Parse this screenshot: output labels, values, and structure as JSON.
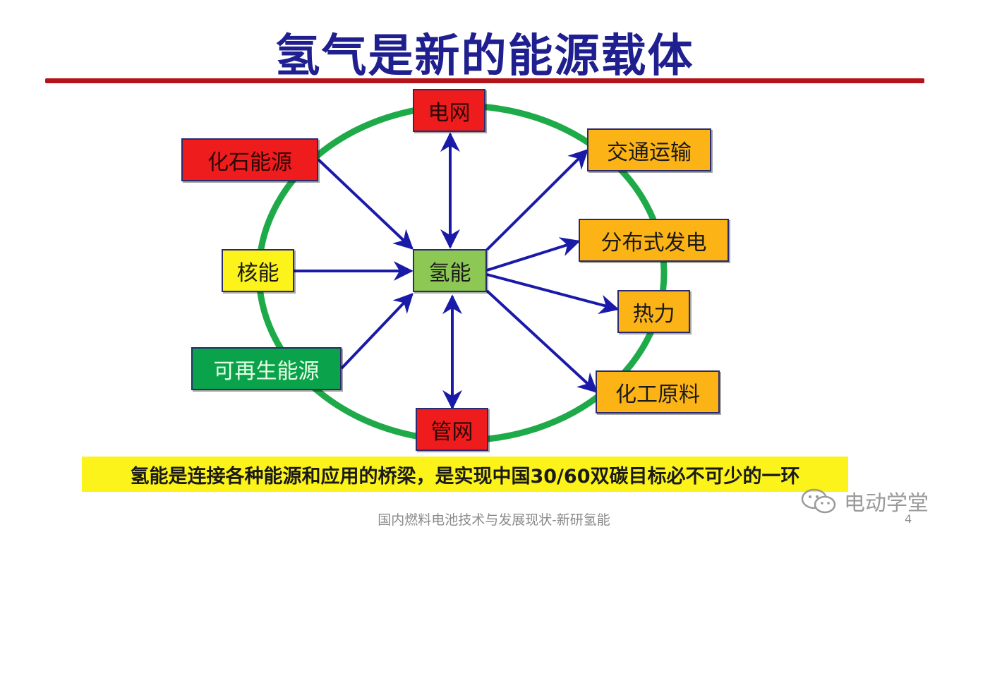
{
  "title": "氢气是新的能源载体",
  "nodes": {
    "center": "氢能",
    "grid": "电网",
    "fossil": "化石能源",
    "nuclear": "核能",
    "renewable": "可再生能源",
    "pipeline": "管网",
    "transport": "交通运输",
    "distributed": "分布式发电",
    "heat": "热力",
    "chemical": "化工原料"
  },
  "banner": "氢能是连接各种能源和应用的桥梁，是实现中国30/60双碳目标必不可少的一环",
  "footer": "国内燃料电池技术与发展现状-新研氢能",
  "page_number": "4",
  "watermark": {
    "text": "电动学堂",
    "icon": "wechat-icon"
  },
  "colors": {
    "title": "#1f1f8f",
    "rule": "#b3141a",
    "ring": "#1faa4a",
    "arrow": "#1a1aa8",
    "source_red": "#ee1c1c",
    "application_orange": "#fcb316",
    "nuclear_yellow": "#fbf31a",
    "renewable_green": "#0aa24a",
    "center_green": "#8cc853"
  }
}
